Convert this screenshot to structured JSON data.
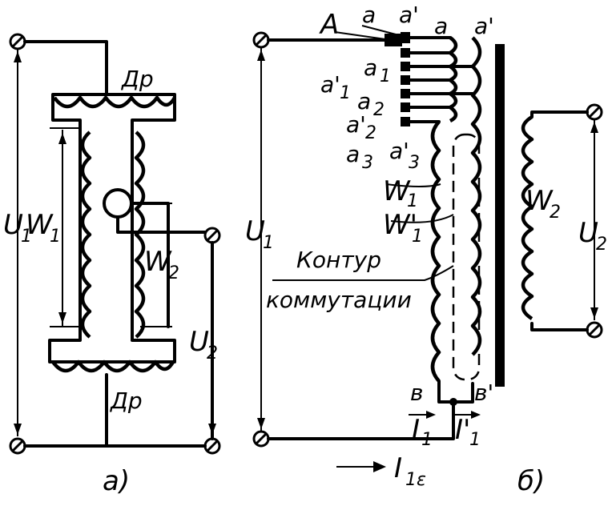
{
  "figure_a": {
    "choke_top": "Др",
    "choke_bottom": "Др",
    "w1": "W",
    "w1_sub": "1",
    "w2": "W",
    "w2_sub": "2",
    "u1": "U",
    "u1_sub": "1",
    "u2": "U",
    "u2_sub": "2",
    "caption": "а)"
  },
  "figure_b": {
    "tap_A": "A",
    "top_a1": "a",
    "top_a1p": "a'",
    "top_a2": "a",
    "top_a2p": "a'",
    "taps_left": [
      "a",
      "a'",
      "a",
      "a'",
      "a"
    ],
    "taps_left_sub": [
      "1",
      "1",
      "2",
      "2",
      "3"
    ],
    "tap_a3p": "a'",
    "tap_a3p_sub": "3",
    "w1": "W",
    "w1_sub": "1",
    "w1p": "W'",
    "w1p_sub": "1",
    "contour_line1": "Контур",
    "contour_line2": "коммутации",
    "u1": "U",
    "u1_sub": "1",
    "w2": "W",
    "w2_sub": "2",
    "u2": "U",
    "u2_sub": "2",
    "b": "в",
    "bp": "в'",
    "i1": "I",
    "i1_sub": "1",
    "i1p": "I'",
    "i1p_sub": "1",
    "i_sum": "I",
    "i_sum_sub": "1ε",
    "caption": "б)"
  }
}
